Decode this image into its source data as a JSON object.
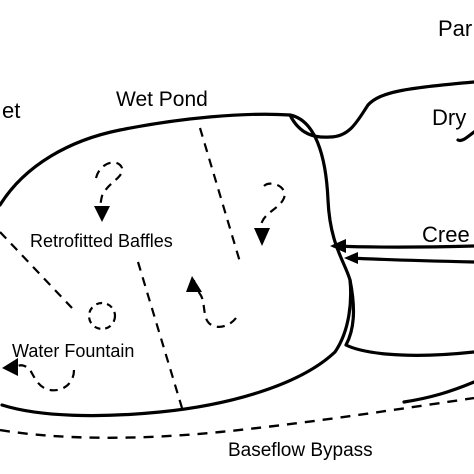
{
  "labels": {
    "wet_pond": "Wet Pond",
    "dry": "Dry",
    "par": "Par",
    "et": "et",
    "creek": "Cree",
    "baffles": "Retrofitted Baffles",
    "fountain": "Water Fountain",
    "bypass": "Baseflow Bypass"
  },
  "colors": {
    "line": "#000000",
    "background": "#ffffff"
  }
}
